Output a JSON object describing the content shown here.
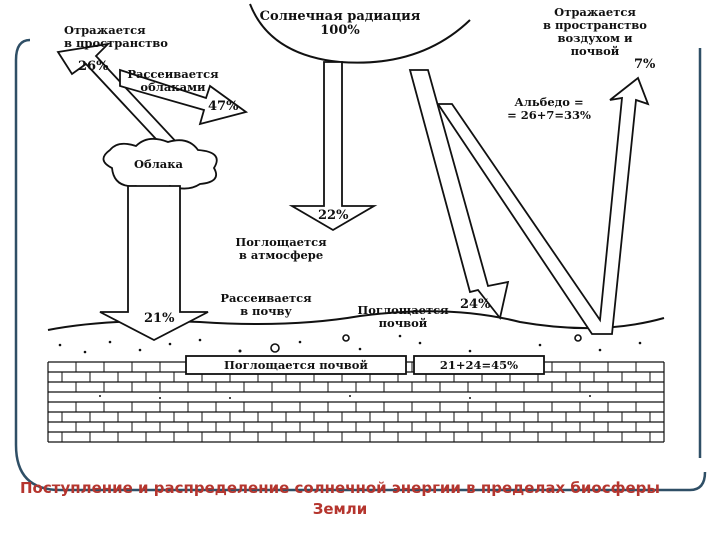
{
  "diagram": {
    "solar_title": "Солнечная радиация",
    "solar_pct": "100%",
    "reflected_space_left": "Отражается\nв пространство",
    "reflected_space_pct": "26%",
    "scattered_clouds": "Рассеивается\nоблаками",
    "scattered_clouds_pct": "47%",
    "clouds": "Облака",
    "atmosphere_pct": "22%",
    "absorbed_atmosphere": "Поглощается\nв атмосфере",
    "diffuse_pct": "21%",
    "scattered_to_soil": "Рассеивается\nв почву",
    "absorbed_by_soil_top": "Поглощается\nпочвой",
    "direct_pct": "24%",
    "reflected_air_soil": "Отражается\nв пространство\nвоздухом и\nпочвой",
    "reflected_air_soil_pct": "7%",
    "albedo": "Альбедо =\n= 26+7=33%",
    "soil_box": "Поглощается почвой",
    "soil_sum": "21+24=45%"
  },
  "caption": "Поступление и распределение солнечной энергии в пределах биосферы Земли",
  "colors": {
    "caption": "#b5352e",
    "frame": "#2f4f66",
    "ink": "#111111"
  }
}
